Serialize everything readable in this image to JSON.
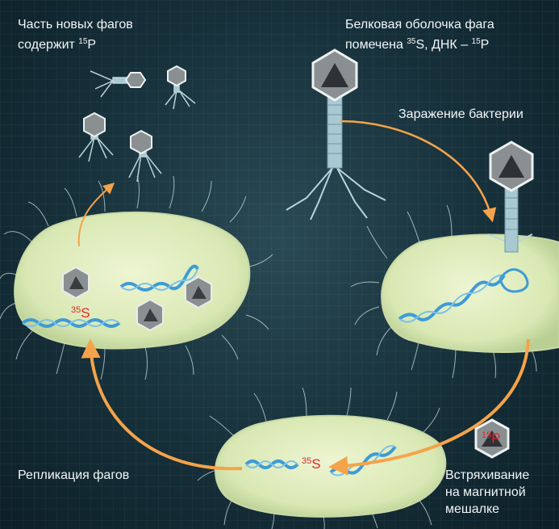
{
  "labels": {
    "new_phages_line1": "Часть новых фагов",
    "new_phages_line2_text": "содержит ",
    "new_phages_line2_sup": "15",
    "new_phages_line2_tail": "P",
    "coat_line1": "Белковая оболочка фага",
    "coat_line2_text": "помечена ",
    "coat_line2_sup1": "35",
    "coat_line2_mid": "S, ДНК – ",
    "coat_line2_sup2": "15",
    "coat_line2_tail": "P",
    "infection": "Заражение бактерии",
    "replication": "Репликация фагов",
    "shaking_line1": "Встряхивание",
    "shaking_line2": "на магнитной",
    "shaking_line3": "мешалке"
  },
  "isotopes": {
    "s35_left_sup": "35",
    "s35_left_sym": "S",
    "s35_bottom_sup": "35",
    "s35_bottom_sym": "S",
    "p15_sup": "15",
    "p15_sym": "P"
  },
  "colors": {
    "background": "#16303a",
    "arrow": "#f5a34a",
    "isotope": "#e0262b",
    "cell_fill": "#e4efc4",
    "dna": "#3d9bd6"
  }
}
